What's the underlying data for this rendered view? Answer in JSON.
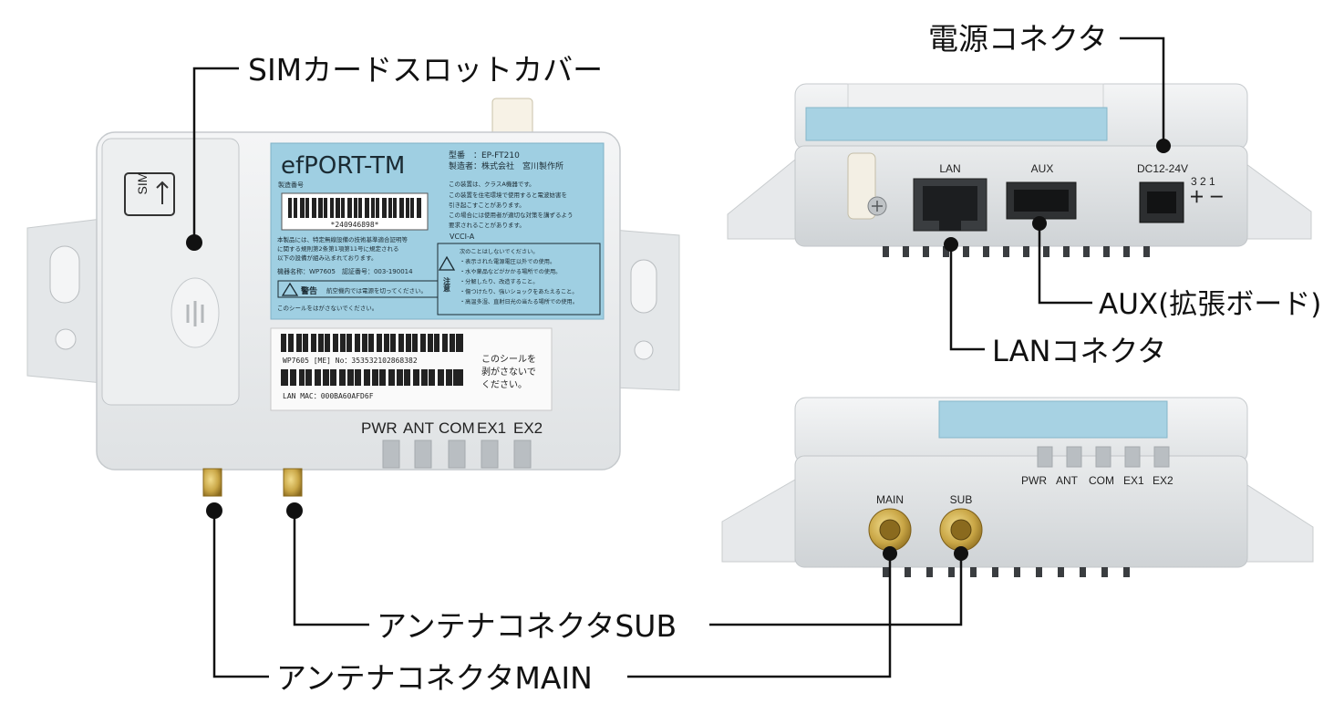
{
  "callouts": {
    "sim_cover": "SIMカードスロットカバー",
    "power_connector": "電源コネクタ",
    "aux": "AUX(拡張ボード)",
    "lan": "LANコネクタ",
    "antenna_sub": "アンテナコネクタSUB",
    "antenna_main": "アンテナコネクタMAIN"
  },
  "front_device": {
    "sim_label": "SIM",
    "product_name": "efPORT-TM",
    "model_line": "型番　：EP-FT210",
    "maker_line": "製造者：株式会社　宮川製作所",
    "serial_heading": "製造番号",
    "serial_number": "*240946898*",
    "cert_text_1": "本製品には、特定無線設備の技術基準適合証明等",
    "cert_text_2": "に関する規則第2条第1項第11号に規定される",
    "cert_text_3": "以下の設備が組み込まれております。",
    "cert_text_4": "機器名称：WP7605　認証番号：003-190014",
    "warning_label": "警告",
    "warning_text": "航空機内では電源を切ってください。",
    "seal_note": "このシールをはがさないでください。",
    "class_a_1": "この装置は、クラスA機器です。",
    "class_a_2": "この装置を住宅環境で使用すると電波妨害を",
    "class_a_3": "引き起こすことがあります。",
    "class_a_4": "この場合には使用者が適切な対策を講ずるよう",
    "class_a_5": "要求されることがあります。",
    "vcci": "VCCI-A",
    "caution_label": "注意",
    "caution_1": "次のことはしないでください。",
    "caution_2": "・表示された電源電圧以外での使用。",
    "caution_3": "・水や薬品などがかかる場所での使用。",
    "caution_4": "・分解したり、改造すること。",
    "caution_5": "・傷つけたり、強いショックをあたえること。",
    "caution_6": "・高温多湿、直射日光の当たる場所での使用。",
    "imei_line": "WP7605 [ME] No：353532102868382",
    "mac_line": "LAN MAC：000BA60AFD6F",
    "sticker_note_1": "このシールを",
    "sticker_note_2": "剥がさないで",
    "sticker_note_3": "ください。",
    "leds": [
      "PWR",
      "ANT",
      "COM",
      "EX1",
      "EX2"
    ]
  },
  "right_top_device": {
    "lan_label": "LAN",
    "aux_label": "AUX",
    "dc_label": "DC12-24V",
    "pins": "3 2 1",
    "polarity": "＋ －"
  },
  "right_bottom_device": {
    "main_label": "MAIN",
    "sub_label": "SUB",
    "leds": [
      "PWR",
      "ANT",
      "COM",
      "EX1",
      "EX2"
    ]
  },
  "colors": {
    "label_blue": "#9fcfe2",
    "body_white": "#eef0f1",
    "gold": "#c9a646"
  }
}
